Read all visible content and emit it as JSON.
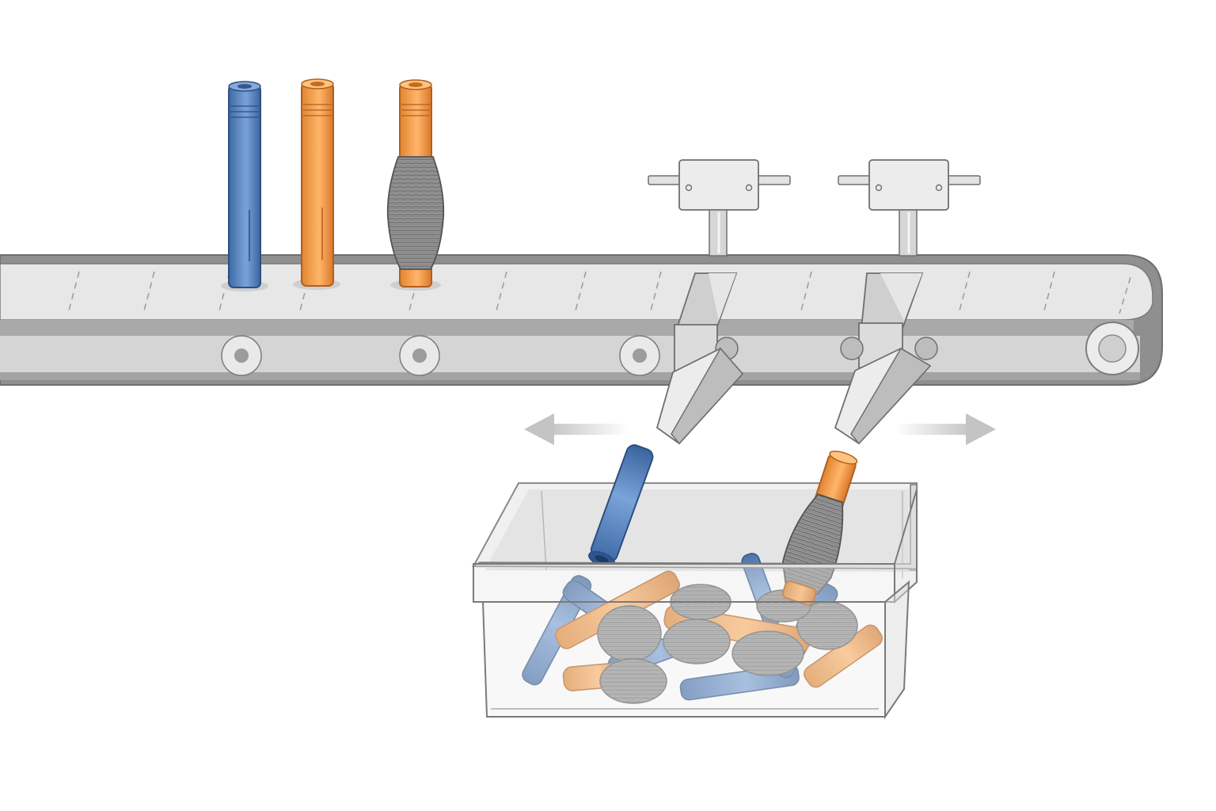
{
  "colors": {
    "belt_frame": "#8e8e8e",
    "belt_surface": "#e8e8e8",
    "belt_shadow": "#d3d3d3",
    "outline": "#6b6b6b",
    "metal_light": "#e9e9e9",
    "metal_mid": "#d0d0d0",
    "metal_dark": "#b5b5b5",
    "blue_bobbin": "#5b85c0",
    "blue_bobbin_dark": "#345f99",
    "orange_bobbin": "#f39a45",
    "orange_bobbin_dark": "#c96f1f",
    "yarn_gray": "#8d8d8d",
    "yarn_dark": "#5a5a5a",
    "arrow": "#c9c9c9",
    "bin_glass": "#f2f2f2"
  },
  "scene": {
    "belt_items": [
      {
        "kind": "empty-tube",
        "color": "blue"
      },
      {
        "kind": "empty-tube",
        "color": "orange"
      },
      {
        "kind": "full-spool",
        "color": "orange"
      }
    ],
    "sorters": [
      {
        "kind": "deflector-arm",
        "direction": "left"
      },
      {
        "kind": "deflector-arm",
        "direction": "right"
      }
    ],
    "falling_items": [
      {
        "kind": "empty-tube",
        "color": "blue"
      },
      {
        "kind": "full-spool",
        "color": "orange"
      }
    ],
    "bin": {
      "kind": "transparent-collection-bin"
    }
  }
}
